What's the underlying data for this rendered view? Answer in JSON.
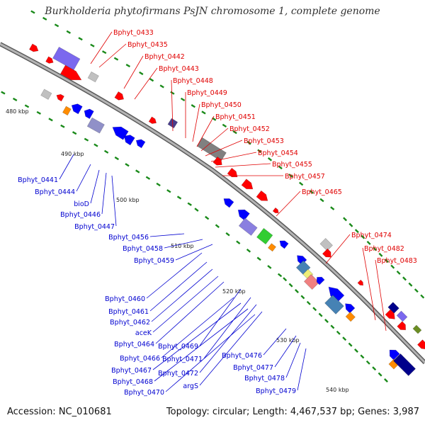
{
  "title": "Burkholderia phytofirmans PsJN chromosome 1, complete genome",
  "footer": {
    "accession": "Accession: NC_010681",
    "summary": "Topology: circular; Length: 4,467,537 bp; Genes: 3,987"
  },
  "colors": {
    "backbone": "#8c8c8c",
    "plus_label": "#e00000",
    "minus_label": "#0000d0",
    "tick": "#1a8a1a",
    "forward_gene": "#ff0000",
    "reverse_gene": "#0000ff"
  },
  "kbp_ticks": [
    "480 kbp",
    "490 kbp",
    "500 kbp",
    "510 kbp",
    "520 kbp",
    "530 kbp",
    "540 kbp"
  ],
  "plus_strand_labels": [
    "Bphyt_0433",
    "Bphyt_0435",
    "Bphyt_0442",
    "Bphyt_0443",
    "Bphyt_0448",
    "Bphyt_0449",
    "Bphyt_0450",
    "Bphyt_0451",
    "Bphyt_0452",
    "Bphyt_0453",
    "Bphyt_0454",
    "Bphyt_0455",
    "Bphyt_0457",
    "Bphyt_0465",
    "Bphyt_0474",
    "Bphyt_0482",
    "Bphyt_0483"
  ],
  "minus_strand_labels": [
    "Bphyt_0441",
    "Bphyt_0444",
    "bioD",
    "Bphyt_0446",
    "Bphyt_0447",
    "Bphyt_0456",
    "Bphyt_0458",
    "Bphyt_0459",
    "Bphyt_0460",
    "Bphyt_0461",
    "Bphyt_0462",
    "aceK",
    "Bphyt_0464",
    "Bphyt_0469",
    "Bphyt_0466",
    "Bphyt_0471",
    "Bphyt_0467",
    "Bphyt_0472",
    "Bphyt_0468",
    "argS",
    "Bphyt_0470",
    "Bphyt_0476",
    "Bphyt_0477",
    "Bphyt_0478",
    "Bphyt_0479"
  ]
}
